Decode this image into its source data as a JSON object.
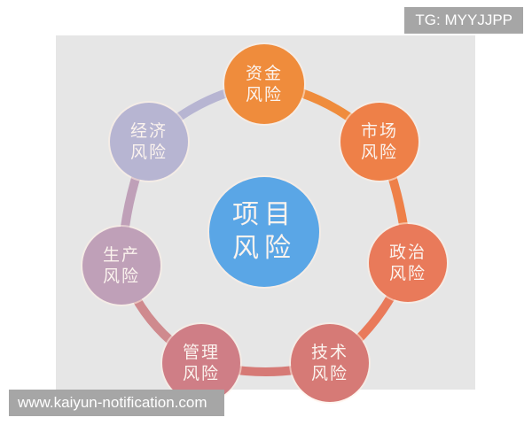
{
  "watermarks": {
    "tg": "TG: MYYJJPP",
    "url": "www.kaiyun-notification.com"
  },
  "diagram": {
    "center": {
      "line1": "项目",
      "line2": "风险",
      "color": "#5aa6e6"
    },
    "nodes": [
      {
        "id": "capital",
        "line1": "资金",
        "line2": "风险",
        "color": "#ef8c3c"
      },
      {
        "id": "market",
        "line1": "市场",
        "line2": "风险",
        "color": "#ee8048"
      },
      {
        "id": "political",
        "line1": "政治",
        "line2": "风险",
        "color": "#e97a5a"
      },
      {
        "id": "technical",
        "line1": "技术",
        "line2": "风险",
        "color": "#d67a76"
      },
      {
        "id": "management",
        "line1": "管理",
        "line2": "风险",
        "color": "#cf7e86"
      },
      {
        "id": "production",
        "line1": "生产",
        "line2": "风险",
        "color": "#bfa0b8"
      },
      {
        "id": "economic",
        "line1": "经济",
        "line2": "风险",
        "color": "#b7b5d2"
      }
    ]
  }
}
